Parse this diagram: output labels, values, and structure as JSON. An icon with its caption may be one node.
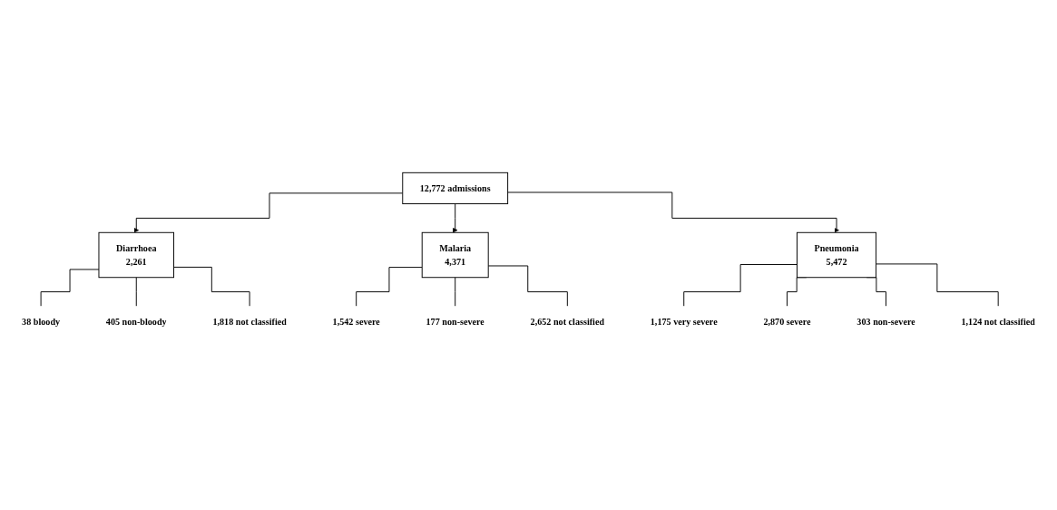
{
  "diagram": {
    "nodes": [
      {
        "text": [
          "12,772 admissions"
        ]
      },
      {
        "text": [
          "Diarrhoea",
          "2,261"
        ]
      },
      {
        "text": [
          "Malaria",
          "4,371"
        ]
      },
      {
        "text": [
          "Pneumonia",
          "5,472"
        ]
      },
      {
        "text": [
          "38 bloody"
        ]
      },
      {
        "text": [
          "405 non-bloody"
        ]
      },
      {
        "text": [
          "1,818 not classified"
        ]
      },
      {
        "text": [
          "1,542 severe"
        ]
      },
      {
        "text": [
          "177 non-severe"
        ]
      },
      {
        "text": [
          "2,652 not classified"
        ]
      },
      {
        "text": [
          "1,175 very severe"
        ]
      },
      {
        "text": [
          "2,870 severe"
        ]
      },
      {
        "text": [
          "303 non-severe"
        ]
      },
      {
        "text": [
          "1,124 not classified"
        ]
      }
    ],
    "edges": [
      {
        "from": 0,
        "to": 1,
        "arrow": "to"
      },
      {
        "from": 0,
        "to": 2,
        "arrow": "to"
      },
      {
        "from": 0,
        "to": 3,
        "arrow": "to"
      },
      {
        "from": 1,
        "to": 4,
        "arrow": "none"
      },
      {
        "from": 1,
        "to": 5,
        "arrow": "none"
      },
      {
        "from": 1,
        "to": 6,
        "arrow": "none"
      },
      {
        "from": 2,
        "to": 7,
        "arrow": "none"
      },
      {
        "from": 2,
        "to": 8,
        "arrow": "none"
      },
      {
        "from": 2,
        "to": 9,
        "arrow": "none"
      },
      {
        "from": 3,
        "to": 10,
        "arrow": "none"
      },
      {
        "from": 3,
        "to": 11,
        "arrow": "none"
      },
      {
        "from": 3,
        "to": 12,
        "arrow": "none"
      },
      {
        "from": 3,
        "to": 13,
        "arrow": "none"
      }
    ]
  }
}
